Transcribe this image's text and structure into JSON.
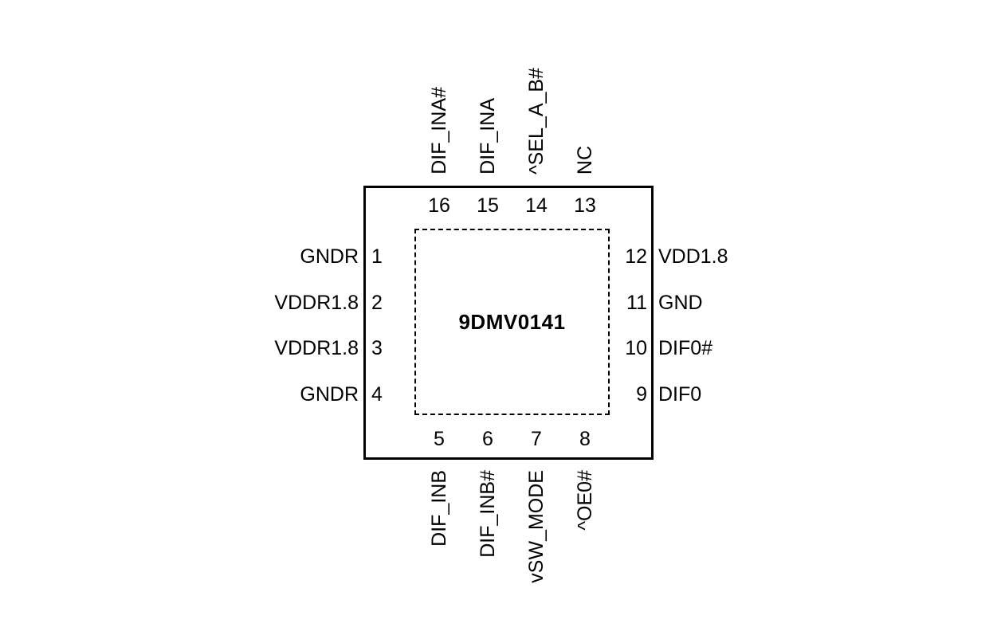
{
  "chip": {
    "name": "9DMV0141"
  },
  "pins": {
    "left": [
      {
        "number": "1",
        "label": "GNDR"
      },
      {
        "number": "2",
        "label": "VDDR1.8"
      },
      {
        "number": "3",
        "label": "VDDR1.8"
      },
      {
        "number": "4",
        "label": "GNDR"
      }
    ],
    "right": [
      {
        "number": "12",
        "label": "VDD1.8"
      },
      {
        "number": "11",
        "label": "GND"
      },
      {
        "number": "10",
        "label": "DIF0#"
      },
      {
        "number": "9",
        "label": "DIF0"
      }
    ],
    "top": [
      {
        "number": "16",
        "label": "DIF_INA#"
      },
      {
        "number": "15",
        "label": "DIF_INA"
      },
      {
        "number": "14",
        "label": "^SEL_A_B#"
      },
      {
        "number": "13",
        "label": "NC"
      }
    ],
    "bottom": [
      {
        "number": "5",
        "label": "DIF_INB"
      },
      {
        "number": "6",
        "label": "DIF_INB#"
      },
      {
        "number": "7",
        "label": "vSW_MODE"
      },
      {
        "number": "8",
        "label": "^OE0#"
      }
    ]
  }
}
